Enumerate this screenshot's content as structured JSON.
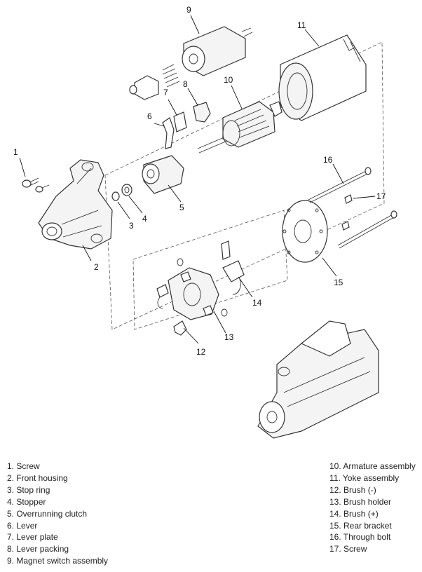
{
  "diagram": {
    "callouts": [
      "1",
      "2",
      "3",
      "4",
      "5",
      "6",
      "7",
      "8",
      "9",
      "10",
      "11",
      "12",
      "13",
      "14",
      "15",
      "16",
      "17"
    ]
  },
  "legend": {
    "left": [
      "1. Screw",
      "2. Front housing",
      "3. Stop ring",
      "4. Stopper",
      "5. Overrunning clutch",
      "6. Lever",
      "7. Lever plate",
      "8. Lever packing",
      "9. Magnet switch assembly"
    ],
    "right": [
      "10. Armature assembly",
      "11. Yoke assembly",
      "12. Brush (-)",
      "13. Brush holder",
      "14. Brush (+)",
      "15. Rear bracket",
      "16. Through bolt",
      "17. Screw"
    ]
  }
}
